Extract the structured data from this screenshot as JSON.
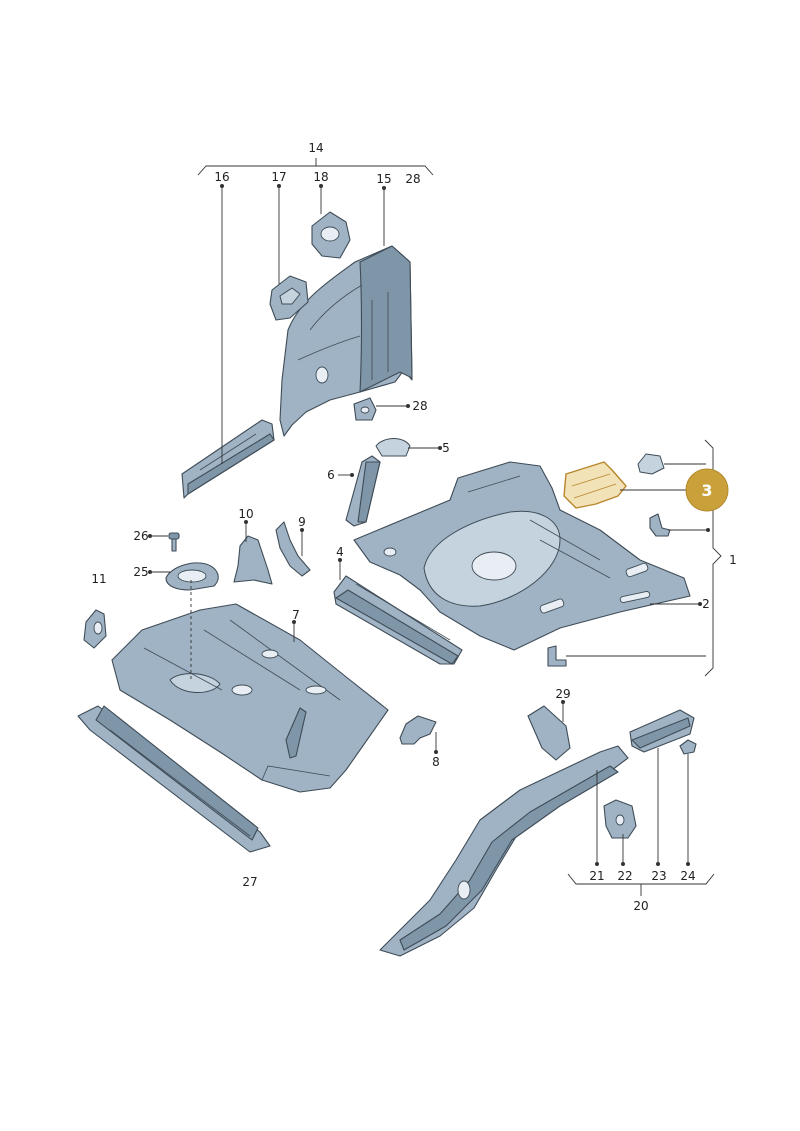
{
  "labels": {
    "l1": "1",
    "l2": "2",
    "l3": "3",
    "l4": "4",
    "l5": "5",
    "l6": "6",
    "l7": "7",
    "l8": "8",
    "l9": "9",
    "l10": "10",
    "l11": "11",
    "l14": "14",
    "l15": "15",
    "l16": "16",
    "l17": "17",
    "l18": "18",
    "l20": "20",
    "l21": "21",
    "l22": "22",
    "l23": "23",
    "l24": "24",
    "l25": "25",
    "l26": "26",
    "l27": "27",
    "l28a": "28",
    "l28b": "28",
    "l29": "29"
  },
  "colors": {
    "part": "#9fb3c4",
    "outline": "#3f4c57",
    "highlight_fill": "#f2e2b8",
    "highlight_stroke": "#b8862b",
    "badge": "#c9a03a"
  }
}
